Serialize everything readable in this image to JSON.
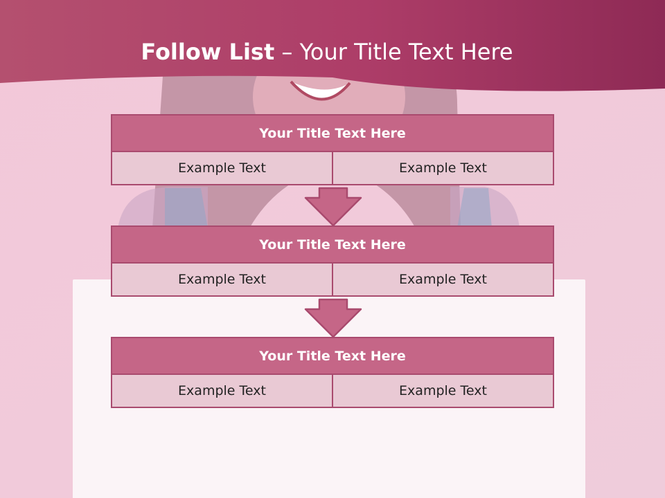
{
  "slide": {
    "title_bold": "Follow List",
    "title_rest": " – Your Title Text Here"
  },
  "steps": [
    {
      "title": "Your Title Text Here",
      "left": "Example Text",
      "right": "Example Text"
    },
    {
      "title": "Your Title Text Here",
      "left": "Example Text",
      "right": "Example Text"
    },
    {
      "title": "Your Title Text Here",
      "left": "Example Text",
      "right": "Example Text"
    }
  ],
  "colors": {
    "header": "#a83a66",
    "block_title": "#c56687",
    "block_cell": "#e9c9d4",
    "border": "#a94a6e"
  }
}
